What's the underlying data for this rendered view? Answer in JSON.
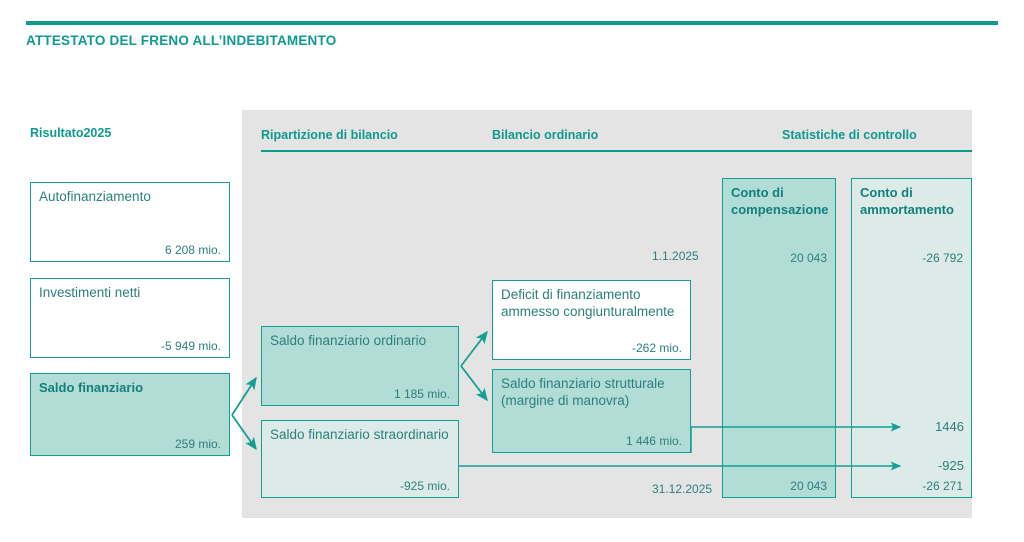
{
  "header": {
    "title": "ATTESTATO DEL FRENO ALL’INDEBITAMENTO"
  },
  "left_section": {
    "label": "Risultato2025",
    "boxes": [
      {
        "title": "Autofinanziamento",
        "value": "6 208 mio."
      },
      {
        "title": "Investimenti netti",
        "value": "-5 949 mio."
      },
      {
        "title": "Saldo finanziario",
        "value": "259 mio."
      }
    ]
  },
  "columns": {
    "ripartizione": "Ripartizione di bilancio",
    "bilancio": "Bilancio ordinario",
    "statistiche": "Statistiche di controllo"
  },
  "ripartizione_boxes": [
    {
      "title": "Saldo finanziario ordinario",
      "value": "1 185 mio."
    },
    {
      "title": "Saldo finanziario straordinario",
      "value": "-925 mio."
    }
  ],
  "bilancio_boxes": [
    {
      "title": "Deficit di finanziamento ammesso congiunturalmente",
      "value": "-262 mio."
    },
    {
      "title": "Saldo finanziario strutturale (margine di manovra)",
      "value": "1 446 mio."
    }
  ],
  "statistiche_columns": [
    {
      "title": "Conto di compensazione",
      "opening_value": "20 043",
      "closing_value": "20 043"
    },
    {
      "title": "Conto di ammortamento",
      "opening_value": "-26 792",
      "closing_value": "-26 271"
    }
  ],
  "dates": {
    "start": "1.1.2025",
    "end": "31.12.2025"
  },
  "results": {
    "flow_to_compensazione": "1446",
    "flow_to_ammortamento": "-925"
  },
  "colors": {
    "accent": "#0e9a8f",
    "border": "#12a093",
    "fill_mid": "#b2dcd6",
    "fill_light": "#dcebe7",
    "panel_gray": "#e4e4e4",
    "text_teal": "#2b7f7c"
  }
}
